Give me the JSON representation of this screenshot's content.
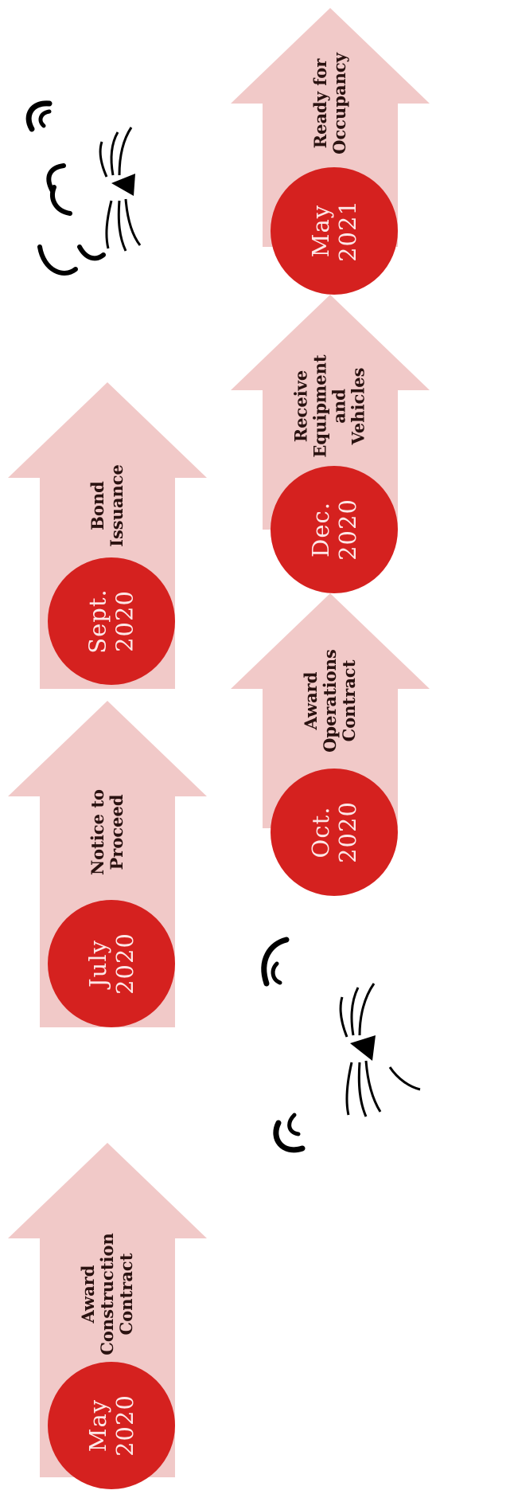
{
  "colors": {
    "arrow_fill": "#f1c9c8",
    "circle_fill": "#d5211f",
    "date_text": "#fde7e7",
    "label_text": "#2a1210"
  },
  "decorations": {
    "top_cat": "cat-face-icon",
    "bottom_cat": "cat-face-icon"
  },
  "timeline": {
    "row_left": [
      {
        "date_line1": "May",
        "date_line2": "2020",
        "label_lines": [
          "Award",
          "Construction",
          "Contract"
        ]
      },
      {
        "date_line1": "July",
        "date_line2": "2020",
        "label_lines": [
          "Notice to",
          "Proceed"
        ]
      },
      {
        "date_line1": "Sept.",
        "date_line2": "2020",
        "label_lines": [
          "Bond",
          "Issuance"
        ]
      }
    ],
    "row_right": [
      {
        "date_line1": "Oct.",
        "date_line2": "2020",
        "label_lines": [
          "Award",
          "Operations",
          "Contract"
        ]
      },
      {
        "date_line1": "Dec.",
        "date_line2": "2020",
        "label_lines": [
          "Receive",
          "Equipment",
          "and",
          "Vehicles"
        ]
      },
      {
        "date_line1": "May",
        "date_line2": "2021",
        "label_lines": [
          "Ready for",
          "Occupancy"
        ]
      }
    ]
  }
}
